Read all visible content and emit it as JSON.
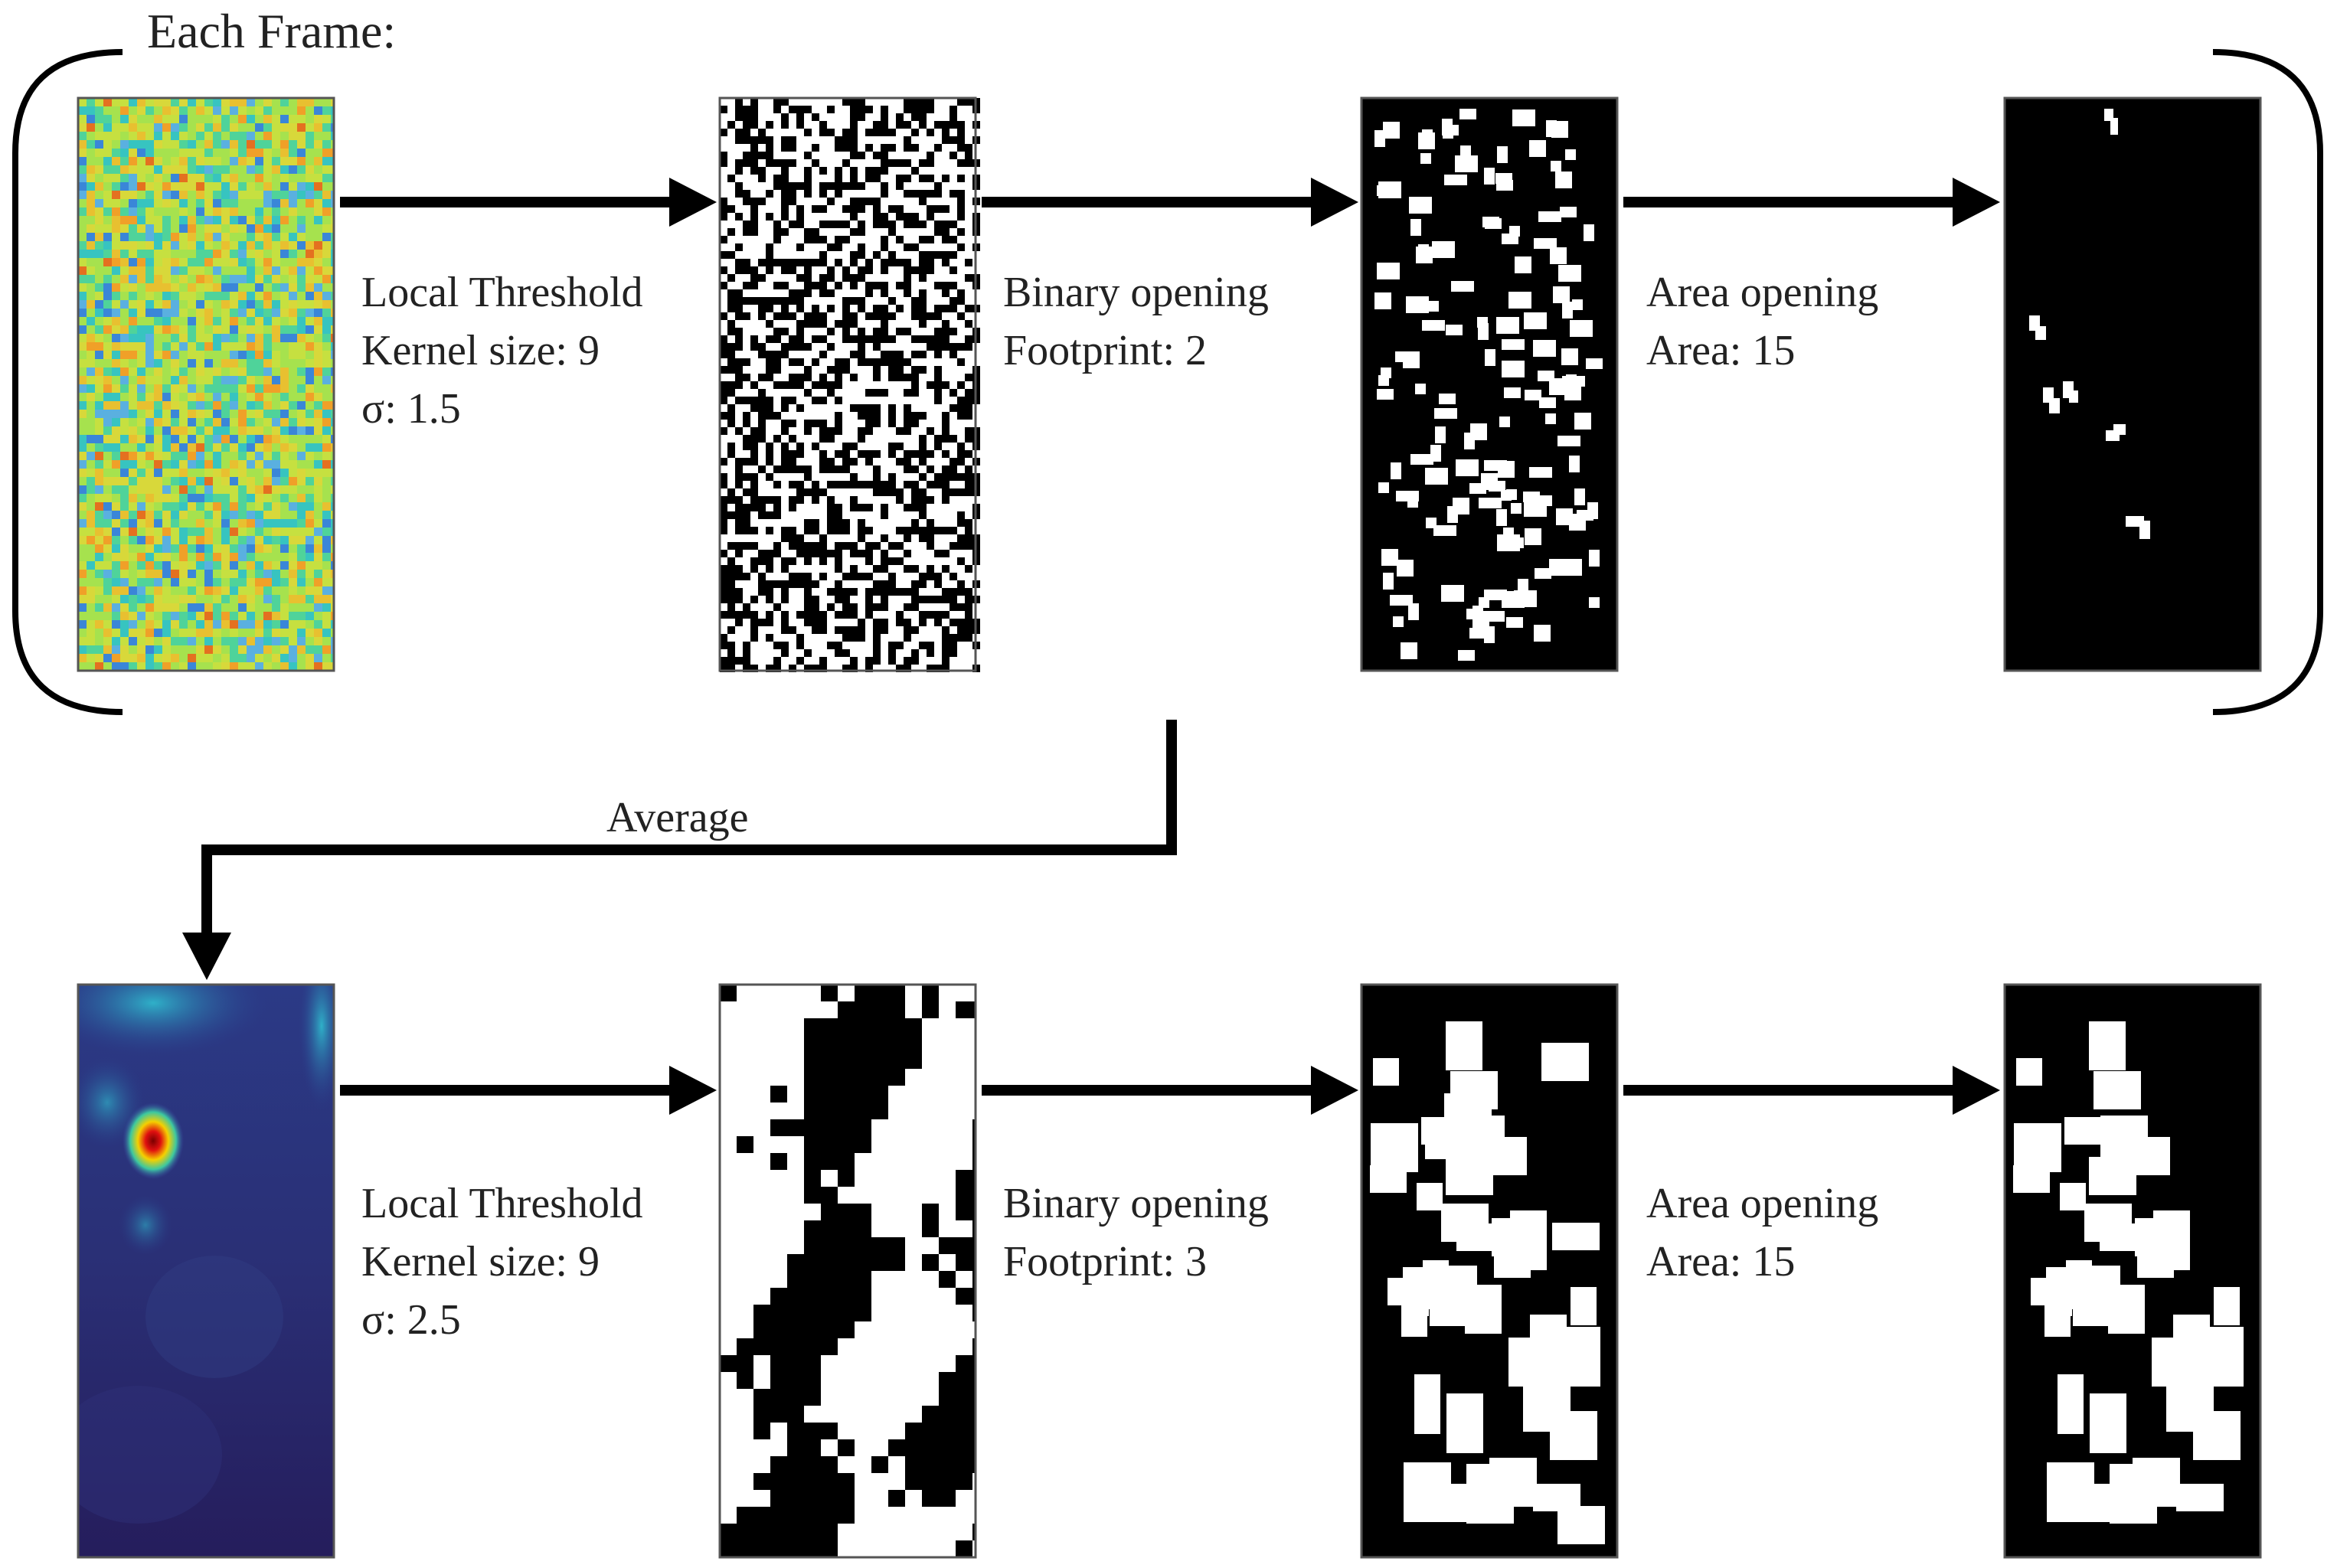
{
  "title": "Each Frame:",
  "average_label": "Average",
  "row1": {
    "step1": {
      "lines": [
        "Local Threshold",
        "Kernel size: 9",
        "σ: 1.5"
      ]
    },
    "step2": {
      "lines": [
        "Binary opening",
        "Footprint: 2"
      ]
    },
    "step3": {
      "lines": [
        "Area opening",
        "Area: 15"
      ]
    }
  },
  "row2": {
    "step1": {
      "lines": [
        "Local Threshold",
        "Kernel size: 9",
        "σ: 2.5"
      ]
    },
    "step2": {
      "lines": [
        "Binary opening",
        "Footprint: 3"
      ]
    },
    "step3": {
      "lines": [
        "Area opening",
        "Area: 15"
      ]
    }
  },
  "colors": {
    "arrow": "#000000",
    "text": "#222222",
    "frame_border": "#555555"
  }
}
